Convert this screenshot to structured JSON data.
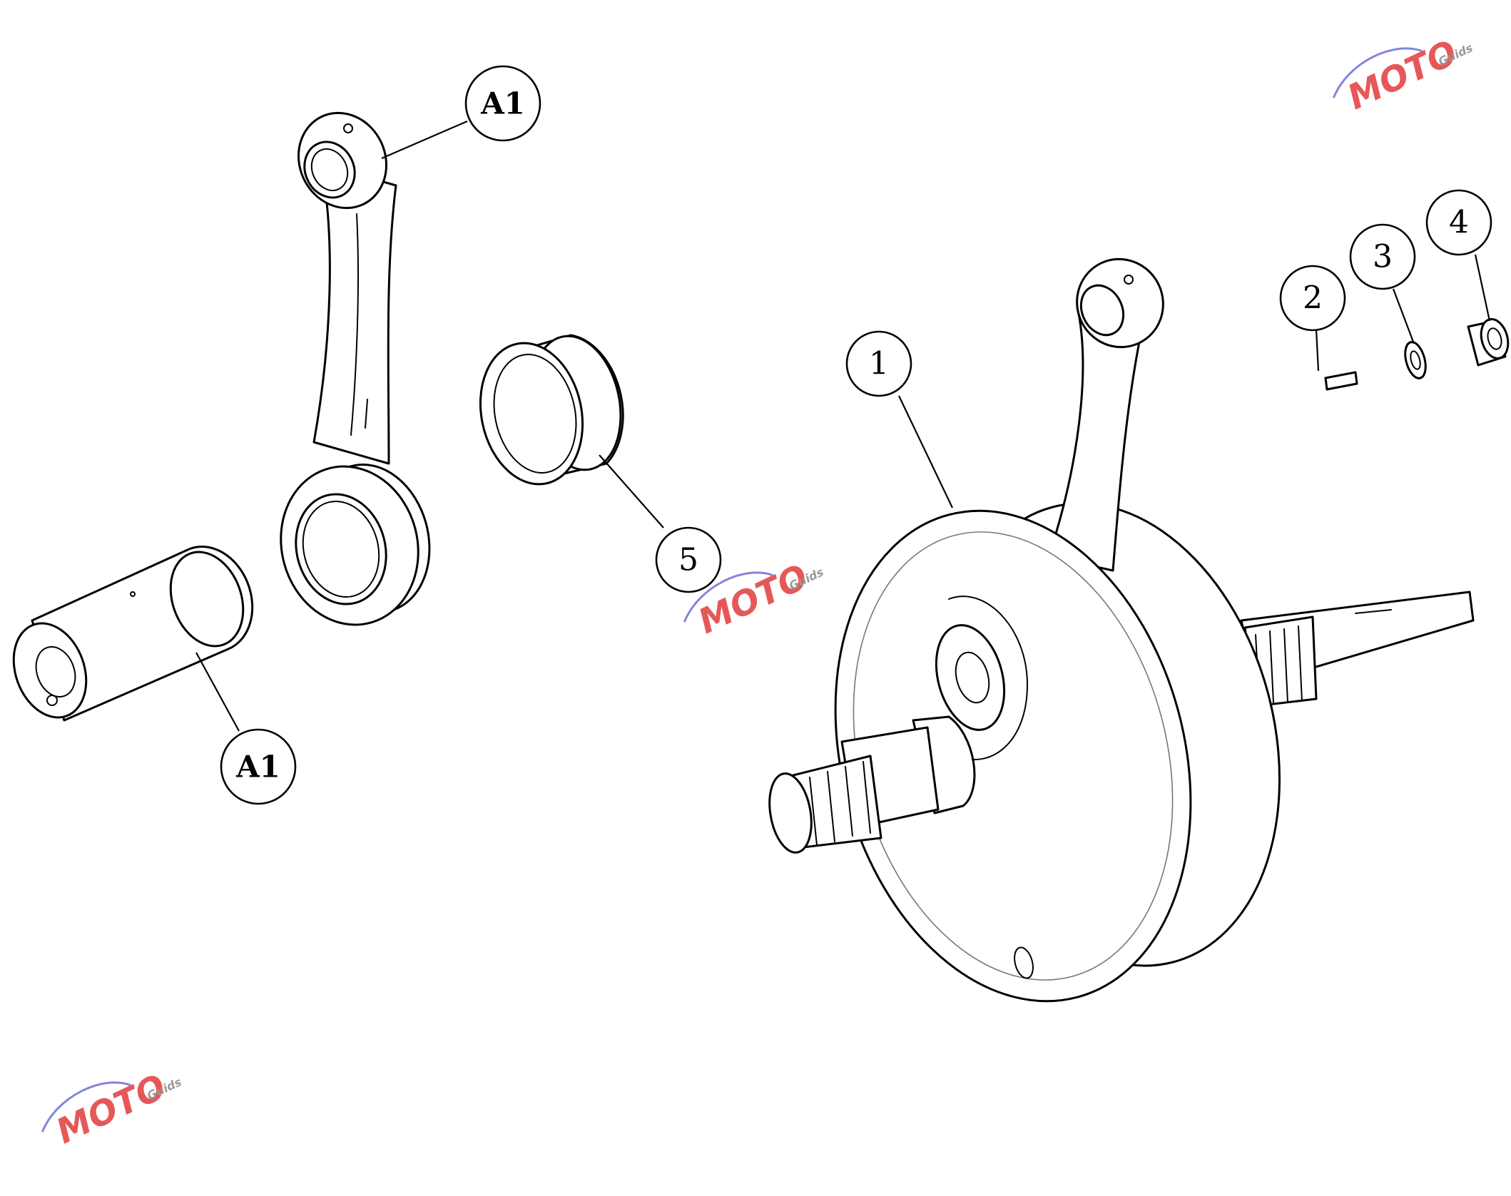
{
  "callouts": [
    {
      "id": "a1-rod",
      "label": "A1"
    },
    {
      "id": "a1-pin",
      "label": "A1"
    },
    {
      "id": "1",
      "label": "1"
    },
    {
      "id": "2",
      "label": "2"
    },
    {
      "id": "3",
      "label": "3"
    },
    {
      "id": "4",
      "label": "4"
    },
    {
      "id": "5",
      "label": "5"
    }
  ],
  "watermark": {
    "brand": "MOTO",
    "sub": "Guids"
  },
  "colors": {
    "line": "#000000",
    "watermark_red": "#e23b3b",
    "watermark_blue": "#6f6fd6",
    "watermark_gray": "#888888"
  }
}
